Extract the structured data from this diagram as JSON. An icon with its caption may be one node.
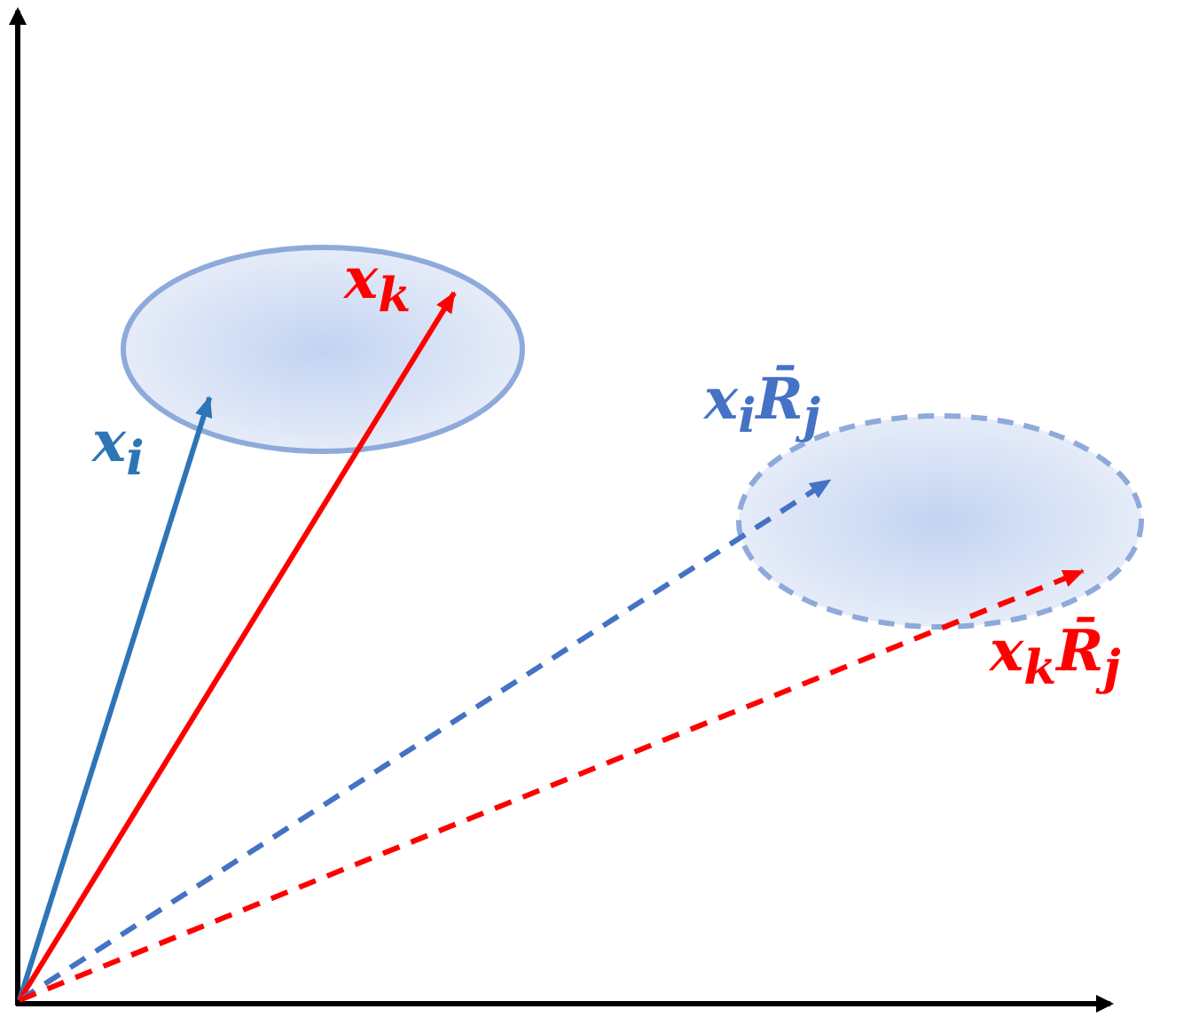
{
  "diagram": {
    "nodes": [
      {
        "text": [],
        "shape": "ellipse"
      },
      {
        "text": [],
        "shape": "ellipse"
      }
    ],
    "edges": [
      {
        "from": null,
        "to": 0,
        "arrow": "to",
        "label": "x$_{i}$",
        "color": "#2e75b6"
      },
      {
        "from": null,
        "to": 0,
        "arrow": "to",
        "label": "x$_{k}$",
        "color": "#ff0000"
      },
      {
        "from": null,
        "to": 1,
        "arrow": "to",
        "label": "x$_{i}$R̄$_{j}$",
        "style": "dashed",
        "color": "#4472c4"
      },
      {
        "from": null,
        "to": 1,
        "arrow": "to",
        "label": "x$_{k}$R̄$_{j}$",
        "style": "dashed",
        "color": "#ff0000"
      }
    ]
  }
}
